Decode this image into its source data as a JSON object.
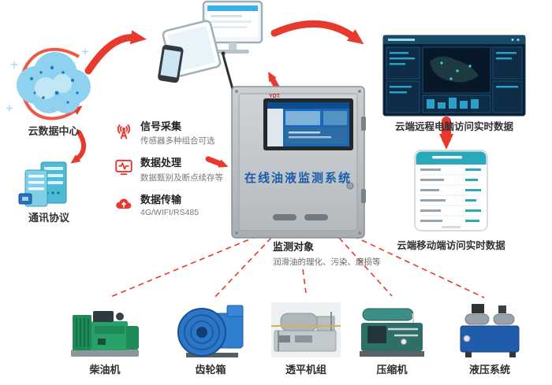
{
  "colors": {
    "accent_red": "#e8392e",
    "cloud_blue": "#8fd2ef",
    "cabinet_gray": "#b9bec2",
    "screen_blue": "#1a69b4",
    "title_blue": "#1b5cab",
    "app_teal": "#2aa9ba"
  },
  "cloud": {
    "label": "云数据中心"
  },
  "protocol": {
    "label": "通讯协议"
  },
  "remote_pc": {
    "label": "云端远程电脑访问实时数据"
  },
  "remote_mobile": {
    "label": "云端移动端访问实时数据"
  },
  "cabinet": {
    "title": "在线油液监测系统",
    "brand": "YDT"
  },
  "monitoring": {
    "title": "监测对象",
    "desc": "润滑油的理化、污染、磨损等"
  },
  "features": [
    {
      "icon": "signal-tower-icon",
      "title": "信号采集",
      "desc": "传感器多种组合可选"
    },
    {
      "icon": "pulse-monitor-icon",
      "title": "数据处理",
      "desc": "数据甄别及断点续存等"
    },
    {
      "icon": "cloud-upload-icon",
      "title": "数据传输",
      "desc": "4G/WIFI/RS485"
    }
  ],
  "equipment": [
    {
      "label": "柴油机"
    },
    {
      "label": "齿轮箱"
    },
    {
      "label": "透平机组"
    },
    {
      "label": "压缩机"
    },
    {
      "label": "液压系统"
    }
  ]
}
